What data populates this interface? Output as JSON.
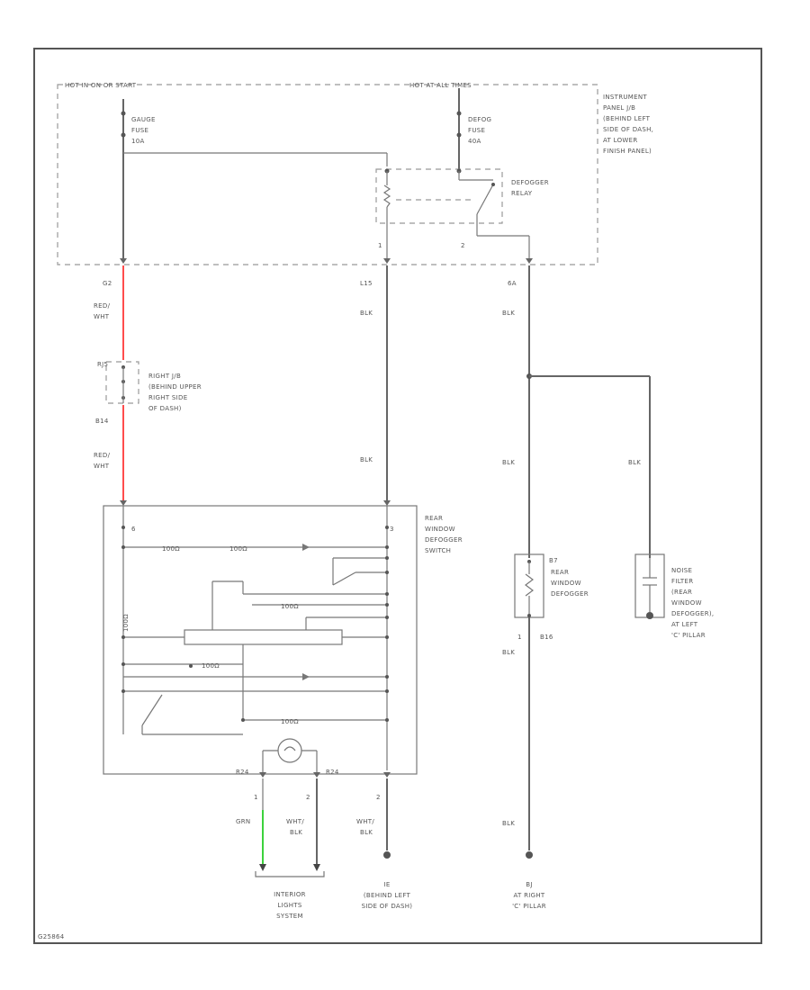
{
  "diagram": {
    "id_label": "G25864",
    "fuse_box_left": "HOT IN ON OR START",
    "fuse_box_right": "HOT AT ALL TIMES",
    "location_note": [
      "INSTRUMENT",
      "PANEL J/B",
      "(BEHIND LEFT",
      "SIDE OF DASH,",
      "AT LOWER",
      "FINISH PANEL)"
    ],
    "gauge_fuse": [
      "GAUGE",
      "FUSE",
      "10A"
    ],
    "defog_fuse": [
      "DEFOG",
      "FUSE",
      "40A"
    ],
    "relay_label": [
      "DEFOGGER",
      "RELAY"
    ],
    "pin_labels": {
      "relay_pin1": "1",
      "relay_pin2": "2",
      "conn_left": "G2",
      "conn_mid": "L15",
      "conn_right": "6A",
      "jbox_pin_top": "RJ5",
      "jbox_pin_bot": "B14",
      "switch_pin_left": "6",
      "switch_pin_right": "3",
      "switch_pin_b1": "R24",
      "switch_pin_b2": "R24",
      "b1": "1",
      "b2": "2",
      "b3": "2",
      "defog_top": "B7",
      "defog_bot_num": "1",
      "defog_bot": "B16"
    },
    "wire_colors": {
      "red_wht_1": [
        "RED/",
        "WHT"
      ],
      "red_wht_2": [
        "RED/",
        "WHT"
      ],
      "blk_mid_1": "BLK",
      "blk_mid_2": "BLK",
      "blk_right_1": "BLK",
      "blk_right_2": "BLK",
      "blk_right_3": "BLK",
      "blk_right_4": "BLK",
      "blk_filter": "BLK",
      "grn": "GRN",
      "wht_blk_1": [
        "WHT/",
        "BLK"
      ],
      "wht_blk_2": [
        "WHT/",
        "BLK"
      ]
    },
    "jbox_label": [
      "RIGHT J/B",
      "(BEHIND UPPER",
      "RIGHT SIDE",
      "OF DASH)"
    ],
    "switch_label": [
      "REAR",
      "WINDOW",
      "DEFOGGER",
      "SWITCH"
    ],
    "defogger_label": [
      "REAR",
      "WINDOW",
      "DEFOGGER"
    ],
    "filter_label": [
      "NOISE",
      "FILTER",
      "(REAR",
      "WINDOW",
      "DEFOGGER),",
      "AT LEFT",
      "'C' PILLAR"
    ],
    "interior_label": [
      "INTERIOR",
      "LIGHTS",
      "SYSTEM"
    ],
    "ground_ie": [
      "IE",
      "(BEHIND LEFT",
      "SIDE OF DASH)"
    ],
    "ground_bj": [
      "BJ",
      "AT RIGHT",
      "'C' PILLAR"
    ],
    "switch_internal": {
      "r1": "100Ω",
      "r2": "100Ω",
      "r3": "100Ω",
      "r4": "100Ω",
      "r5": "100Ω",
      "r6": "100Ω"
    }
  },
  "colors": {
    "wire": "#666666",
    "red_wire": "#ff4d4d",
    "green_wire": "#3cd23c",
    "frame": "#555555"
  }
}
